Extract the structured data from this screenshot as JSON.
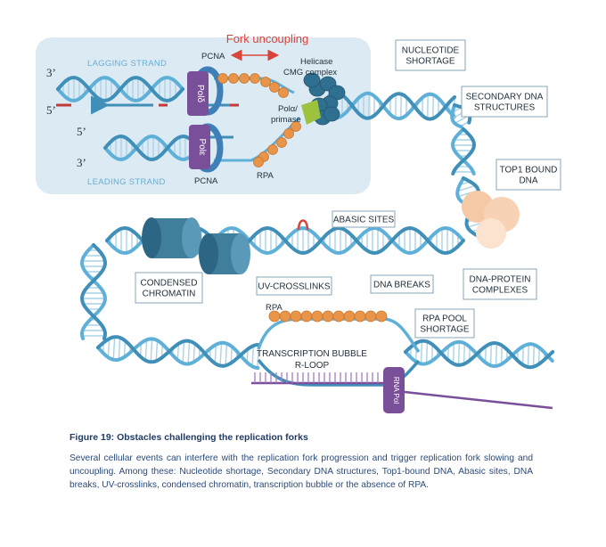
{
  "inset": {
    "fork_uncoupling": "Fork uncoupling",
    "lagging_strand": "LAGGING STRAND",
    "leading_strand": "LEADING STRAND",
    "pcna_top": "PCNA",
    "pcna_bottom": "PCNA",
    "pol_delta": "Polδ",
    "pol_epsilon": "Polε",
    "helicase_line1": "Helicase",
    "helicase_line2": "CMG complex",
    "pol_alpha_line1": "Polα/",
    "pol_alpha_line2": "primase",
    "rpa": "RPA",
    "end_3_top": "3’",
    "end_5_top": "5’",
    "end_5_bottom": "5’",
    "end_3_bottom": "3’"
  },
  "labels": {
    "nucleotide_shortage": [
      "NUCLEOTIDE",
      "SHORTAGE"
    ],
    "secondary_dna": [
      "SECONDARY DNA",
      "STRUCTURES"
    ],
    "top1_bound": [
      "TOP1 BOUND",
      "DNA"
    ],
    "abasic_sites": [
      "ABASIC SITES"
    ],
    "condensed_chromatin": [
      "CONDENSED",
      "CHROMATIN"
    ],
    "uv_crosslinks": [
      "UV-CROSSLINKS"
    ],
    "dna_breaks": [
      "DNA BREAKS"
    ],
    "dna_protein": [
      "DNA-PROTEIN",
      "COMPLEXES"
    ],
    "rpa_pool": [
      "RPA POOL",
      "SHORTAGE"
    ]
  },
  "loop": {
    "rpa": "RPA",
    "transcription_line1": "TRANSCRIPTION BUBBLE",
    "transcription_line2": "R-LOOP",
    "rna_pol": "RNA Pol"
  },
  "caption": {
    "title": "Figure 19: Obstacles challenging the replication forks",
    "body": "Several cellular events can interfere with the replication fork progression and trigger replication fork slowing and uncoupling. Among these: Nucleotide shortage, Secondary DNA structures, Top1-bound DNA, Abasic sites, DNA breaks, UV-crosslinks, condensed chromatin, transcription bubble or the absence of RPA."
  },
  "colors": {
    "dna": "#5fb0d8",
    "dna_dark": "#3f8fb8",
    "inset_bg": "#dceaf3",
    "pol_purple": "#7a4f9a",
    "rpa_orange": "#e8954a",
    "helicase": "#2f6f8f",
    "pol_alpha": "#9cc23e",
    "top1": "#f6c9a6",
    "nucleosome": "#3f7f9c",
    "fork_red": "#d9443a"
  }
}
